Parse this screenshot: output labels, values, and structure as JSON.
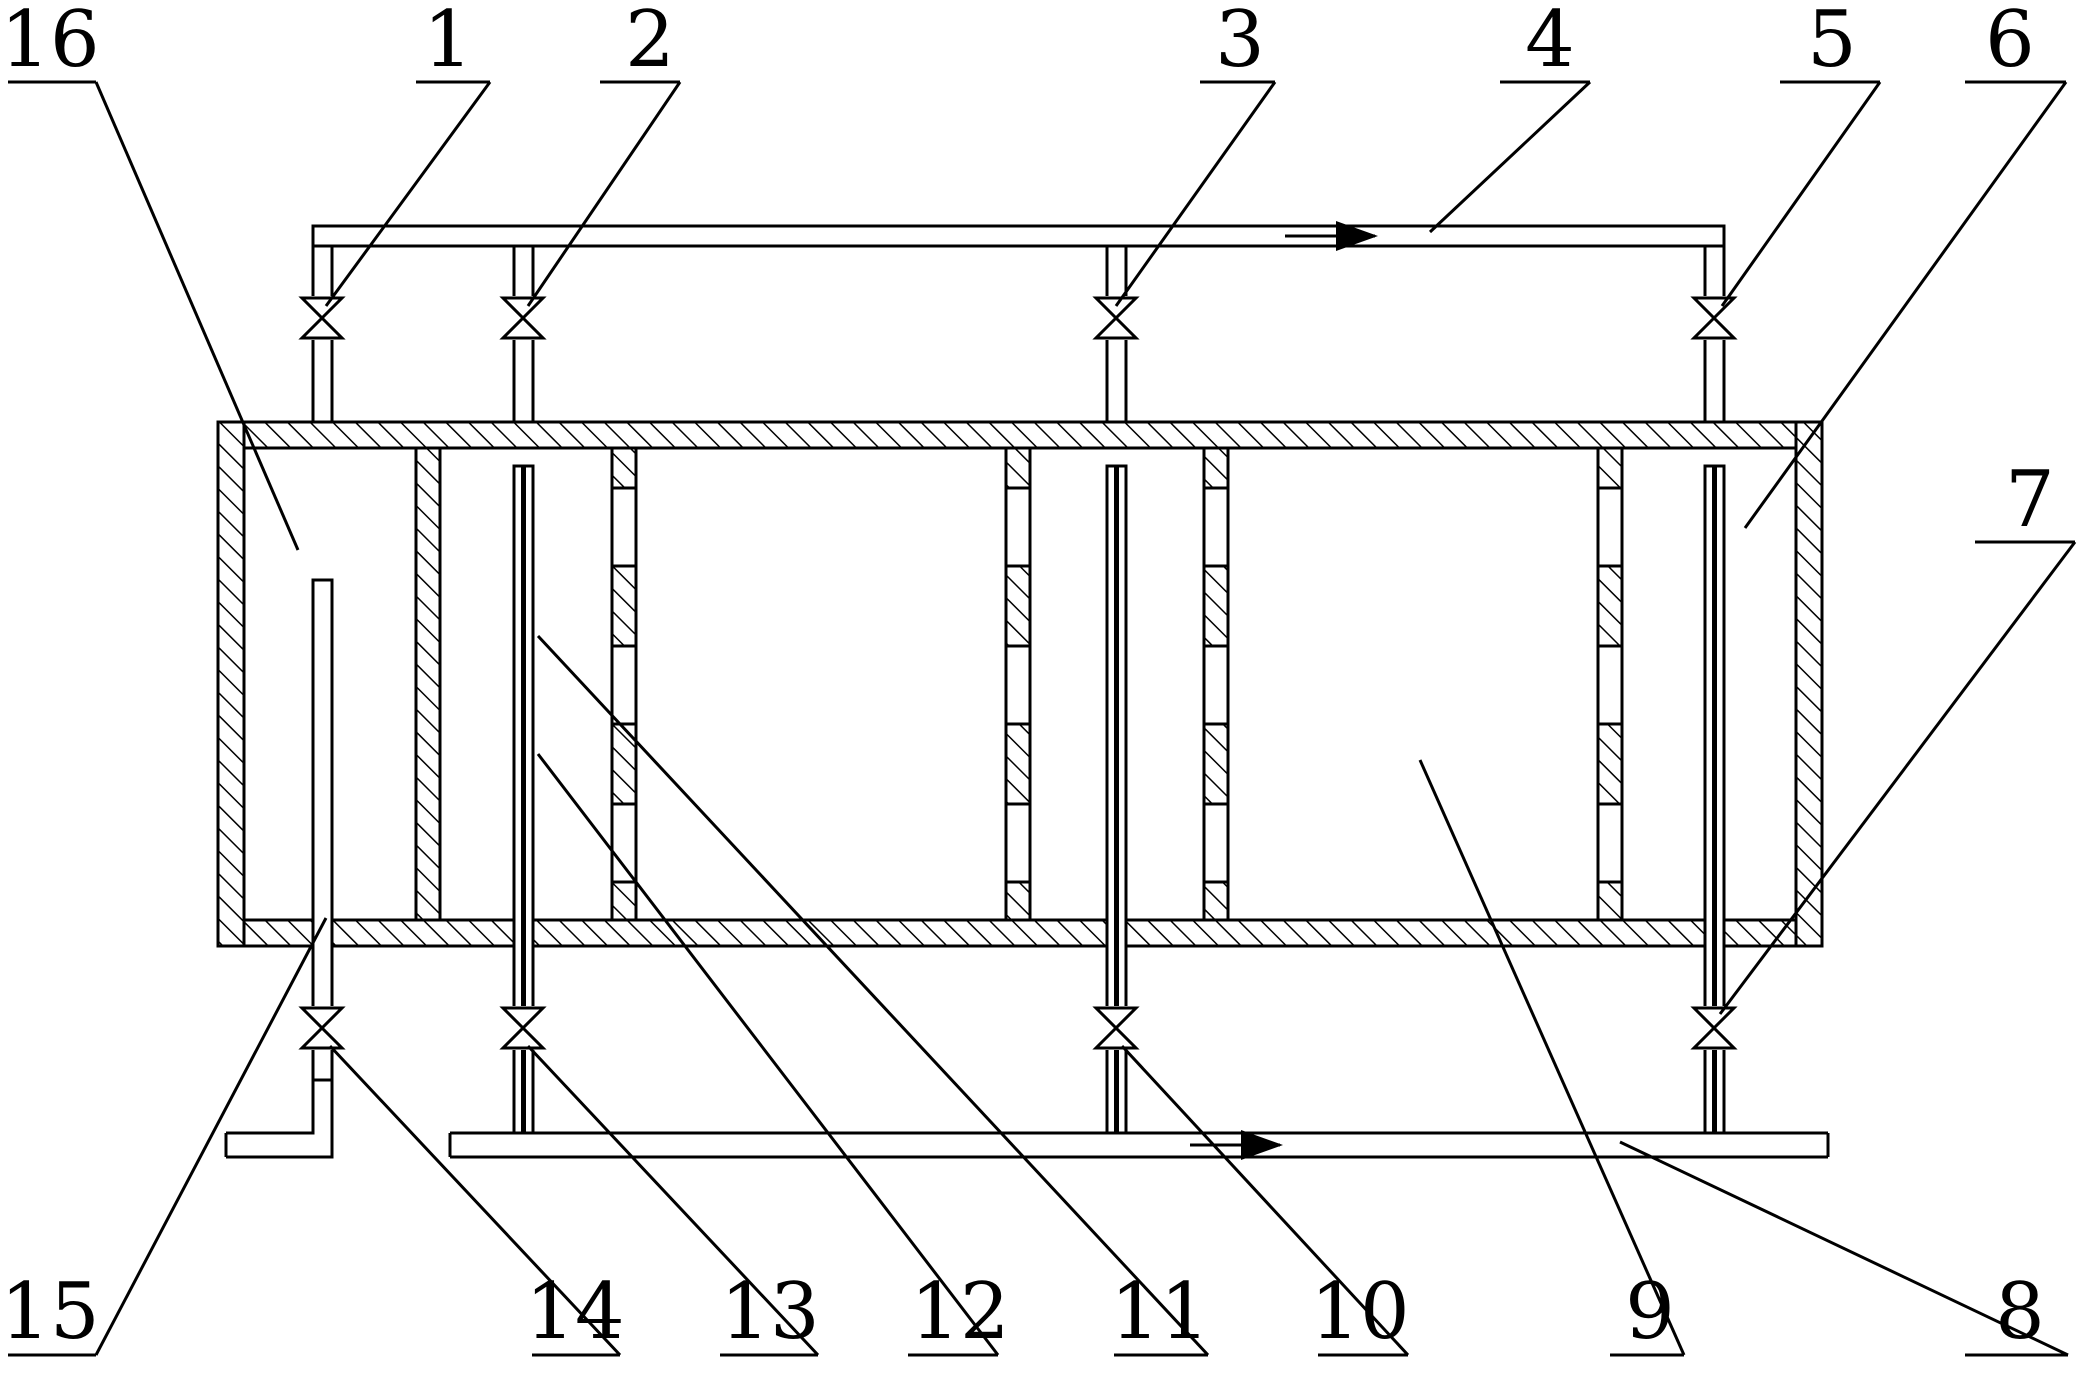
{
  "labels": {
    "top": [
      "16",
      "1",
      "2",
      "3",
      "4",
      "5",
      "6",
      "7"
    ],
    "bottom": [
      "15",
      "14",
      "13",
      "12",
      "11",
      "10",
      "9",
      "8"
    ]
  },
  "flow_arrows": [
    "→",
    "→"
  ]
}
